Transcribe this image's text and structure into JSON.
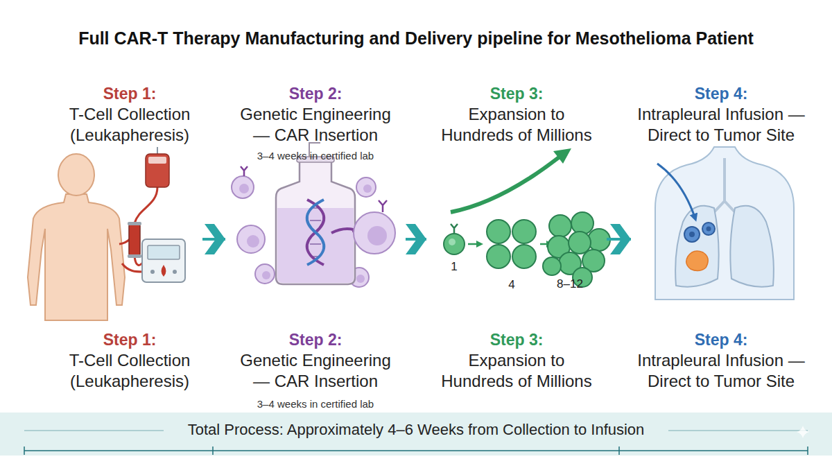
{
  "diagram": {
    "title": "Full CAR-T Therapy Manufacturing and Delivery pipeline for Mesothelioma Patient",
    "nodes": [
      {
        "text": [
          "Step 1:",
          "T-Cell Collection (Leukapheresis)",
          "Step 1:",
          "T-Cell Collection (Leukapheresis)"
        ]
      },
      {
        "text": [
          "Step 2:",
          "Genetic Engineering — CAR Insertion",
          "3–4 weeks in certified lab",
          "Step 2:",
          "Genetic Engineering — CAR Insertion",
          "3–4 weeks in certified lab"
        ]
      },
      {
        "text": [
          "Step 3:",
          "Expansion to Hundreds of Millions",
          "Step 3:",
          "Expansion to Hundreds of Millions"
        ]
      },
      {
        "text": [
          "Step 4:",
          "Intrapleural Infusion — Direct to Tumor Site",
          "Step 4:",
          "Intrapleural Infusion — Direct to Tumor Site"
        ]
      },
      {
        "text": [
          "Total Process: Approximately 4–6 Weeks from Collection to Infusion"
        ]
      }
    ],
    "edges": [
      {
        "from": 0,
        "to": 1,
        "arrow": "to"
      },
      {
        "from": 1,
        "to": 2,
        "arrow": "to"
      },
      {
        "from": 2,
        "to": 3,
        "arrow": "to"
      }
    ],
    "labels": [
      "1",
      "4",
      "8–12"
    ]
  }
}
